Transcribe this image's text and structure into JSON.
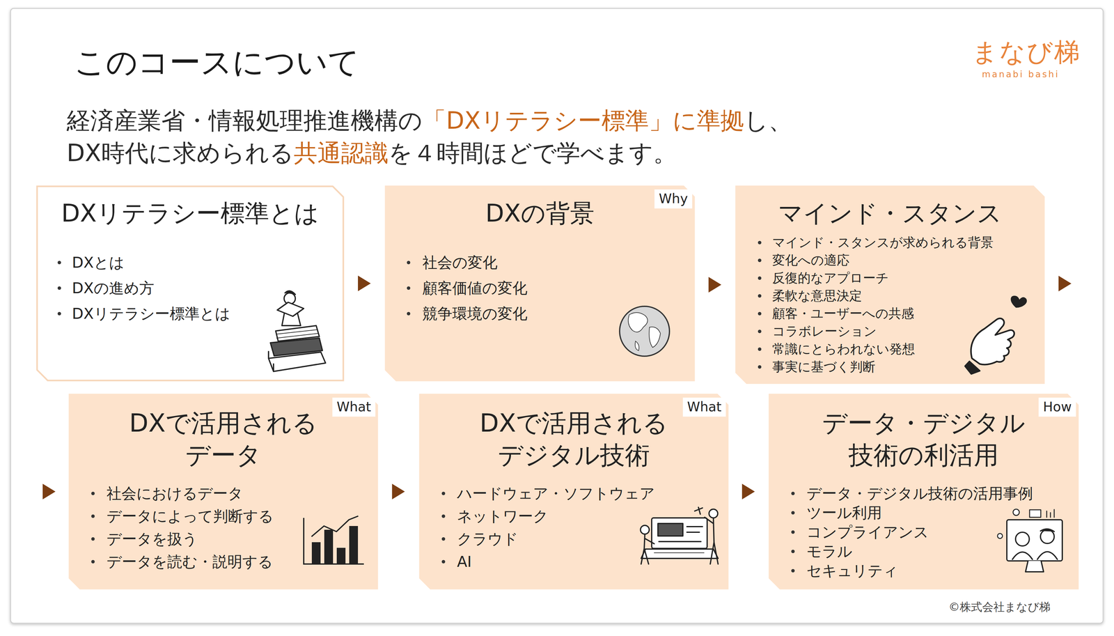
{
  "diagram": {
    "title": "このコースについて",
    "nodes": [
      {
        "text": [
          "DXリテラシー標準とは",
          "DXとは",
          "DXの進め方",
          "DXリテラシー標準とは"
        ]
      },
      {
        "text": [
          "DXの背景",
          "社会の変化",
          "顧客価値の変化",
          "競争環境の変化",
          "Why"
        ]
      },
      {
        "text": [
          "マインド・スタンス",
          "マインド・スタンスが求められる背景",
          "変化への適応",
          "反復的なアプローチ",
          "柔軟な意思決定",
          "顧客・ユーザーへの共感",
          "コラボレーション",
          "常識にとらわれない発想",
          "事実に基づく判断"
        ]
      },
      {
        "text": [
          "DXで活用される データ",
          "社会におけるデータ",
          "データによって判断する",
          "データを扱う",
          "データを読む・説明する",
          "What"
        ]
      },
      {
        "text": [
          "DXで活用される デジタル技術",
          "ハードウェア・ソフトウェア",
          "ネットワーク",
          "クラウド",
          "AI",
          "What"
        ]
      },
      {
        "text": [
          "データ・デジタル 技術の利活用",
          "データ・デジタル技術の活用事例",
          "ツール利用",
          "コンプライアンス",
          "モラル",
          "セキュリティ",
          "How"
        ]
      }
    ],
    "edges": [
      {
        "from": 0,
        "to": 1,
        "arrow": "to"
      },
      {
        "from": 1,
        "to": 2,
        "arrow": "to"
      },
      {
        "from": 2,
        "to": 3,
        "arrow": "to"
      },
      {
        "from": 3,
        "to": 4,
        "arrow": "to"
      },
      {
        "from": 4,
        "to": 5,
        "arrow": "to"
      }
    ],
    "labels": [
      "まなび梯",
      "manabi bashi",
      "経済産業省・情報処理推進機構の",
      "「DXリテラシー標準」に準拠",
      "し、",
      "DX時代に求められる",
      "共通認識",
      "を４時間ほどで学べます。",
      "©株式会社まなび梯"
    ]
  }
}
